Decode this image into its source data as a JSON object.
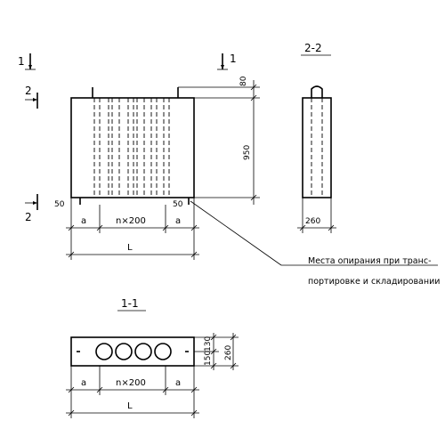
{
  "section_marks": {
    "cut1_left": "1",
    "cut1_right": "1",
    "cut2_top": "2",
    "cut2_bottom": "2"
  },
  "elevation": {
    "dim_top": "80",
    "dim_height": "950",
    "dim_support_left": "50",
    "dim_support_right": "50",
    "dim_a_left": "a",
    "dim_n200": "n×200",
    "dim_a_right": "a",
    "dim_L": "L"
  },
  "section_2_2": {
    "title": "2-2",
    "dim_width": "260"
  },
  "section_1_1": {
    "title": "1-1",
    "dim_130": "130",
    "dim_150": "150",
    "dim_260": "260",
    "dim_a_left": "a",
    "dim_n200": "n×200",
    "dim_a_right": "a",
    "dim_L": "L"
  },
  "callout": {
    "line1": "Места опирания при транс-",
    "line2": "портировке и складировании"
  }
}
